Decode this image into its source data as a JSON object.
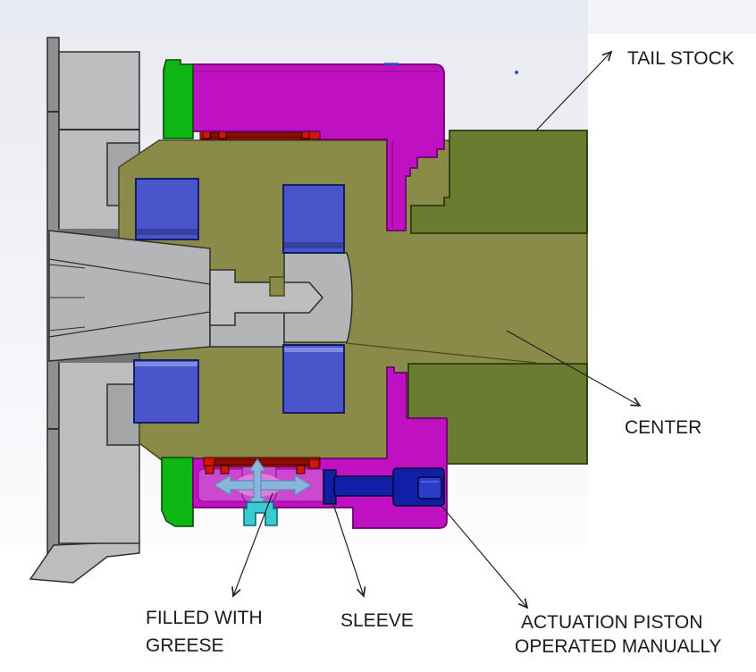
{
  "diagram": {
    "type": "cad-cross-section",
    "labels": {
      "tail_stock": "TAIL STOCK",
      "center": "CENTER",
      "filled_with_grease_line1": "FILLED WITH",
      "filled_with_grease_line2": "GREESE",
      "sleeve": "SLEEVE",
      "actuation_line1": "ACTUATION PISTON",
      "actuation_line2": "OPERATED MANUALLY"
    },
    "colors": {
      "viewport_top": "#e8eaf1",
      "viewport_bottom": "#fcfcfe",
      "chuck_plate_gray": "#bcbdbf",
      "chuck_recess_gray": "#a4a5a7",
      "chuck_bar_gray": "#8f9092",
      "bore_shadow_gray": "#737476",
      "spindle_gray": "#b4b5b7",
      "shaft_gray": "#bdbebf",
      "quill_olive": "#8b8b49",
      "olive_edge": "#4a4a20",
      "tailstock_green": "#6b7b2f",
      "tailstock_edge": "#2e3a10",
      "retainer_green": "#0eb514",
      "housing_magenta": "#bf10c1",
      "magenta_edge": "#6b046e",
      "sleeve_pink": "#cb49ce",
      "sleeve_glow": "#de8ae0",
      "seal_red": "#d21505",
      "seal_red_dark": "#8c0c00",
      "bearing_blue": "#4a55cb",
      "bearing_edge": "#0d1560",
      "bearing_highlight": "#7f8ae0",
      "piston_navy": "#101fa6",
      "piston_inner": "#2c3cc8",
      "piston_edge": "#040830",
      "grease_cyan": "#39cbd1",
      "cyan_edge": "#0b6b72",
      "flow_arrow_blue": "#8ab5dc",
      "flow_arrow_edge": "#5e8bb4",
      "label_text": "#1b1b1b",
      "leader_line": "#222222",
      "line_dark": "#2f2f2f"
    }
  }
}
